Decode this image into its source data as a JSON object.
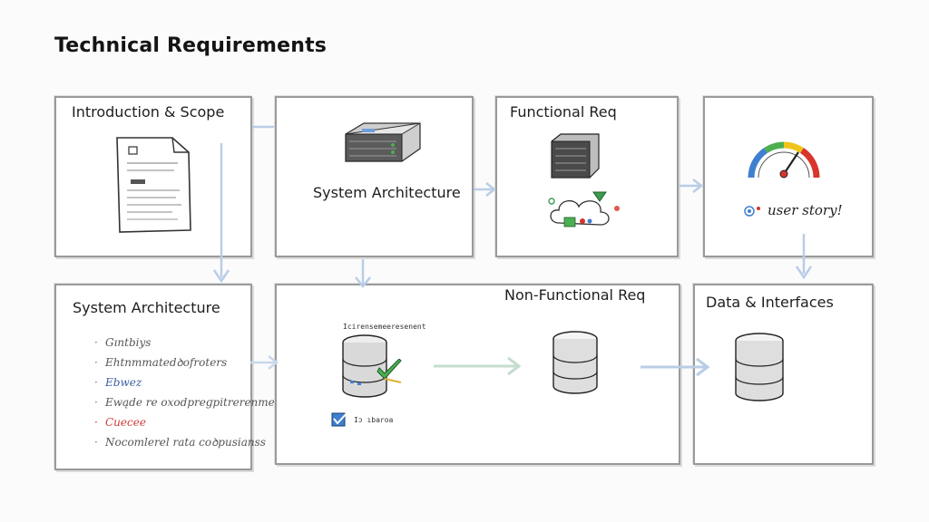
{
  "page_title": "Technical Requirements",
  "boxes": {
    "intro": {
      "label": "Introduction & Scope"
    },
    "sysarch_top": {
      "label": "System Architecture"
    },
    "functional": {
      "label": "Functional Req"
    },
    "gauge_box": {
      "note": "user story!"
    },
    "sysarch_bottom": {
      "label": "System Architecture",
      "items": [
        {
          "text": "Gıntbiys",
          "color": "#555555"
        },
        {
          "text": "Ehtnmmatedꝺofroters",
          "color": "#555555"
        },
        {
          "text": "Ebwez",
          "color": "#3a5fa0"
        },
        {
          "text": "Ewąde re oxodpreɡpitrerenmers",
          "color": "#555555"
        },
        {
          "text": "Cuecee",
          "color": "#d23b3b"
        },
        {
          "text": "Nocomlerel rata coꝺpusianss",
          "color": "#555555"
        }
      ]
    },
    "center": {
      "mini_label_top": "Icirensemeeresenent",
      "mini_label_bottom": "Iɔ ıbaroa"
    },
    "nonfunctional": {
      "label": "Non-Functional Req"
    },
    "data": {
      "label": "Data & Interfaces"
    }
  },
  "colors": {
    "box_border": "#9a9a9a",
    "arrow": "#b9cde6",
    "arrow_green": "#c5dccf",
    "gauge_red": "#d8352c",
    "gauge_yellow": "#f0c419",
    "gauge_green": "#4caf50",
    "gauge_blue": "#3f7fd0"
  },
  "icons": [
    "document-icon",
    "server-rack-icon",
    "gauge-icon",
    "database-icon",
    "checkmark-icon",
    "cloud-icon"
  ]
}
